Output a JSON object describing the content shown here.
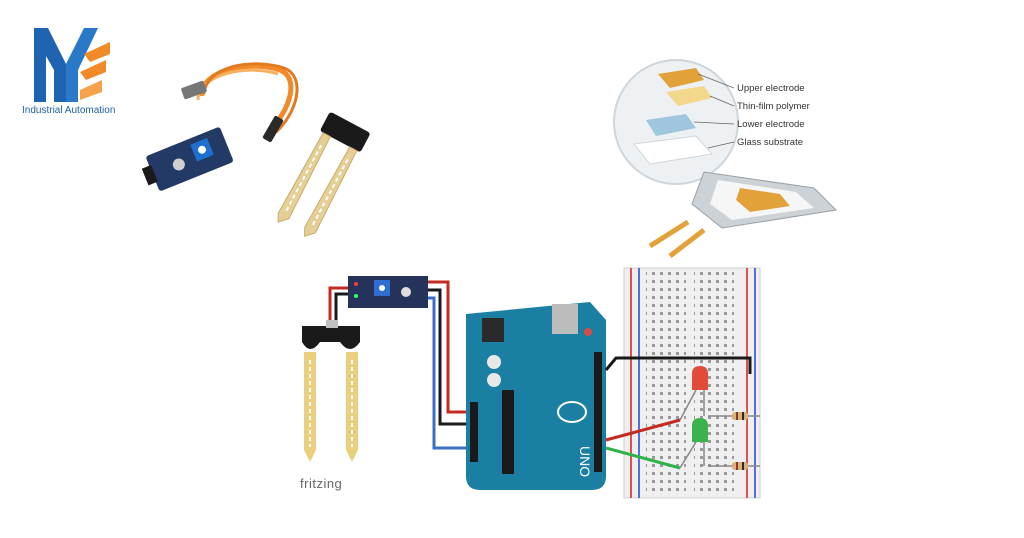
{
  "brand": {
    "name": "Industrial Automation",
    "logo_colors": {
      "blue": "#1f64b1",
      "orange": "#f28a2a"
    }
  },
  "layer_diagram": {
    "labels": [
      "Upper electrode",
      "Thin-film polymer",
      "Lower electrode",
      "Glass substrate"
    ]
  },
  "circuit": {
    "watermark": "fritzing",
    "board_label": "UNO",
    "wire_colors": {
      "red": "#c42a20",
      "black": "#1a1a1a",
      "blue": "#3a6fc4",
      "green": "#2fb34a"
    }
  }
}
